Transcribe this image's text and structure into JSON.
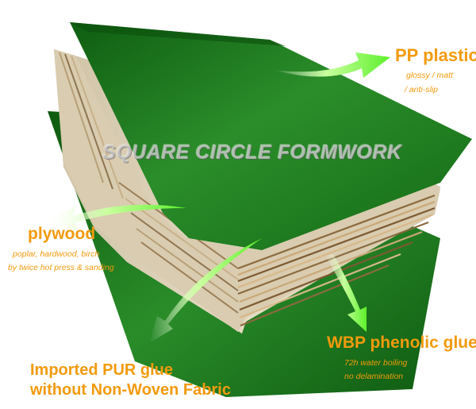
{
  "watermark": "SQUARE CIRCLE FORMWORK",
  "labels": {
    "pp_title": "PP plastic",
    "pp_line1": "glossy / matt",
    "pp_line2": "/ anti-slip",
    "plywood_title": "plywood",
    "plywood_line1": "poplar, hardwood, birch",
    "plywood_line2": "by twice hot press & sanding",
    "wbp_title": "WBP phenolic glue",
    "wbp_line1": "72h water boiling",
    "wbp_line2": "no delamination",
    "pur_line1": "Imported PUR glue",
    "pur_line2": "without Non-Woven Fabric"
  },
  "colors": {
    "label": "#f29a0d",
    "film_green": "#1f7d1f",
    "plywood_face": "#dcd0b6",
    "arrow": "#7dff4a"
  }
}
